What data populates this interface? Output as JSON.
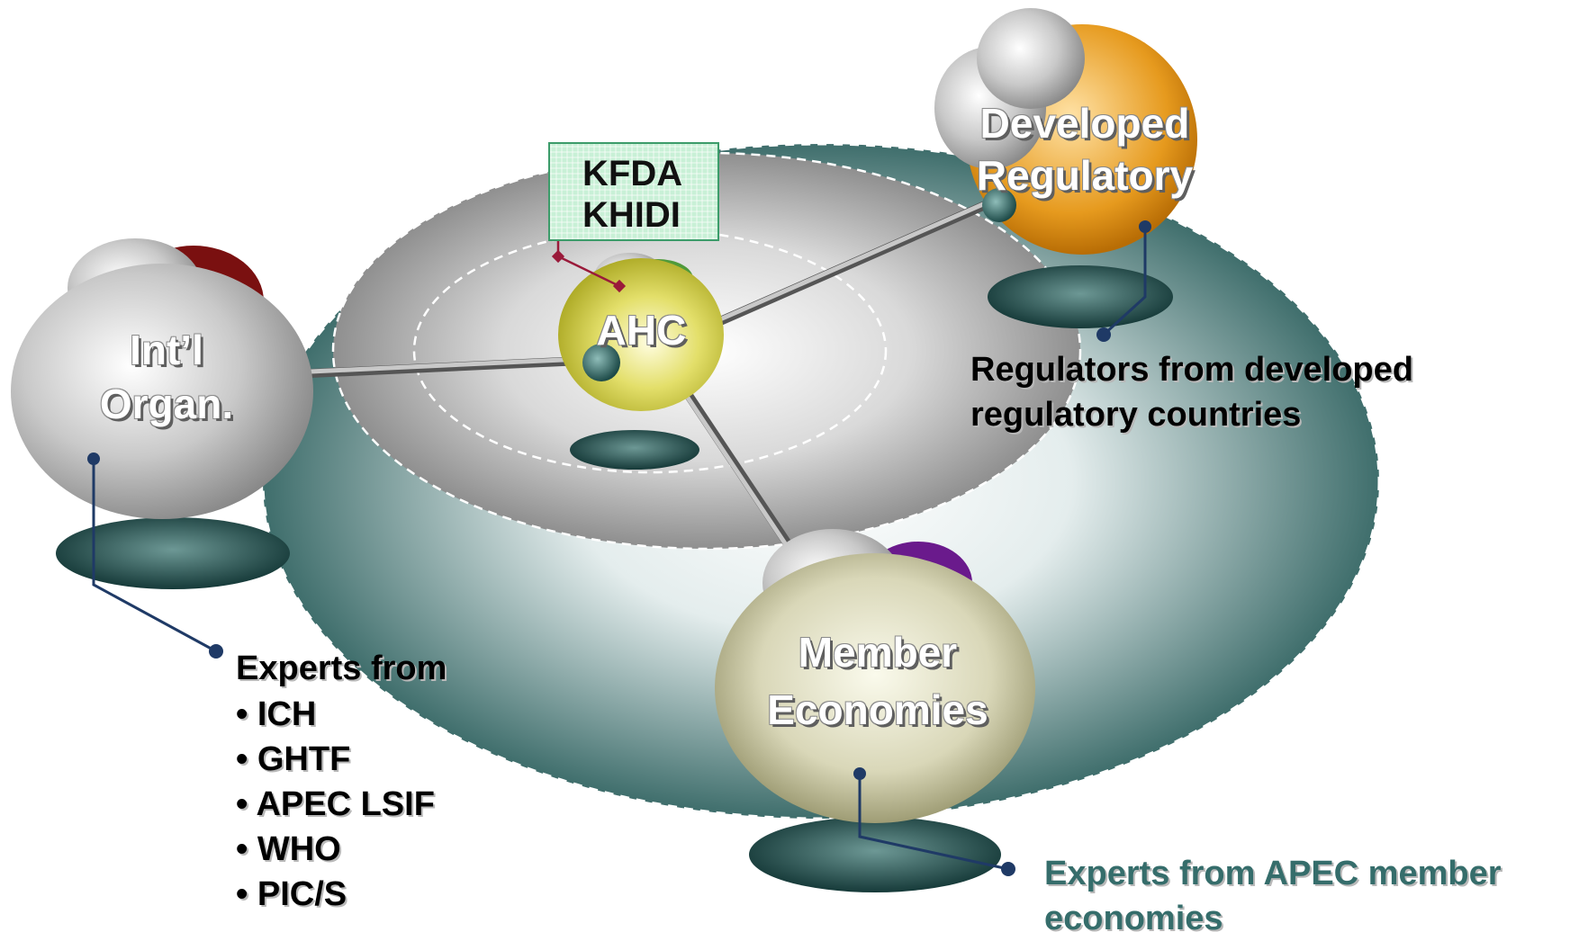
{
  "nodes": {
    "center": {
      "label": "AHC"
    },
    "intl": {
      "line1": "Int’l",
      "line2": "Organ."
    },
    "developed": {
      "line1": "Developed",
      "line2": "Regulatory"
    },
    "member": {
      "line1": "Member",
      "line2": "Economies"
    }
  },
  "kfda_box": {
    "line1": "KFDA",
    "line2": "KHIDI"
  },
  "captions": {
    "developed": {
      "line1": "Regulators from developed",
      "line2": "regulatory countries"
    },
    "intl": {
      "heading": "Experts from",
      "items": [
        "ICH",
        "GHTF",
        "APEC LSIF",
        "WHO",
        "PIC/S"
      ]
    },
    "member": {
      "line1": "Experts from APEC member",
      "line2": "economies"
    }
  },
  "colors": {
    "outer_ring": "#3f6e6c",
    "developed_accent": "#d98b0e",
    "intl_accent": "#7a1010",
    "member_accent": "#6a1a8c",
    "ahc_ball": "#c9c53a",
    "callout_line": "#1f3a66",
    "kfda_pointer": "#9a1a3a"
  }
}
